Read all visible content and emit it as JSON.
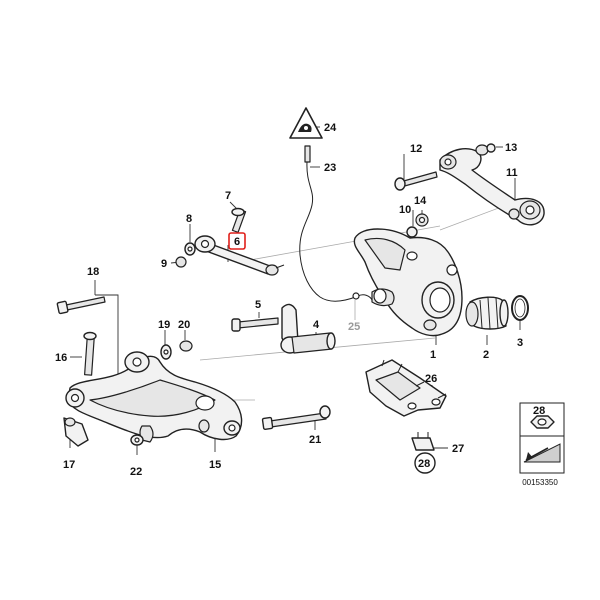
{
  "diagram": {
    "callouts": [
      {
        "id": "c1",
        "label": "1"
      },
      {
        "id": "c2",
        "label": "2"
      },
      {
        "id": "c3",
        "label": "3"
      },
      {
        "id": "c4",
        "label": "4"
      },
      {
        "id": "c5",
        "label": "5"
      },
      {
        "id": "c6",
        "label": "6"
      },
      {
        "id": "c7",
        "label": "7"
      },
      {
        "id": "c8",
        "label": "8"
      },
      {
        "id": "c9",
        "label": "9"
      },
      {
        "id": "c10",
        "label": "10"
      },
      {
        "id": "c11",
        "label": "11"
      },
      {
        "id": "c12",
        "label": "12"
      },
      {
        "id": "c13",
        "label": "13"
      },
      {
        "id": "c14",
        "label": "14"
      },
      {
        "id": "c15",
        "label": "15"
      },
      {
        "id": "c16",
        "label": "16"
      },
      {
        "id": "c17",
        "label": "17"
      },
      {
        "id": "c18",
        "label": "18"
      },
      {
        "id": "c19",
        "label": "19"
      },
      {
        "id": "c20",
        "label": "20"
      },
      {
        "id": "c21",
        "label": "21"
      },
      {
        "id": "c22",
        "label": "22"
      },
      {
        "id": "c23",
        "label": "23"
      },
      {
        "id": "c24",
        "label": "24"
      },
      {
        "id": "c25",
        "label": "25"
      },
      {
        "id": "c26",
        "label": "26"
      },
      {
        "id": "c27",
        "label": "27"
      },
      {
        "id": "c28",
        "label": "28"
      },
      {
        "id": "c28b",
        "label": "28"
      }
    ],
    "highlighted_label": "6",
    "highlight_color": "#e0201b",
    "dimmed_label": "25",
    "warning_icon": "triangle-warning-icon",
    "legend_box": {
      "label": "28",
      "icons": [
        "nut-icon",
        "wedge-arrow-icon"
      ]
    },
    "drawing_number": "00153350"
  }
}
